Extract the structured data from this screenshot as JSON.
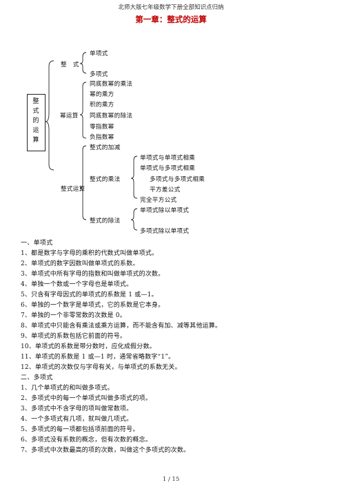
{
  "header": "北师大版七年级数学下册全部知识点归纳",
  "chapter_title": "第一章：整式的运算",
  "outline": {
    "root": "整式的运算",
    "zhengshi": {
      "label": "整　式",
      "items": [
        "单项式",
        "多项式"
      ]
    },
    "mi": {
      "label": "幂运算",
      "items": [
        "同底数幂的乘法",
        "幂的乘方",
        "积的乘方",
        "同底数幂的除法",
        "零指数幂",
        "负指数幂"
      ]
    },
    "yunsuan": {
      "label": "整式运算",
      "add": "整式的加减",
      "mult": {
        "label": "整式的乘法",
        "items": [
          "单项式与单项式相乘",
          "单项式与多项式相乘",
          "多项式与多项式相乘",
          "平方差公式",
          "完全平方公式"
        ]
      },
      "div": {
        "label": "整式的除法",
        "items": [
          "单项式除以单项式",
          "多项式除以单项式"
        ]
      }
    }
  },
  "sections": [
    {
      "heading": "一、单项式",
      "lines": [
        "1、都是数字与字母的乘积的代数式叫做单项式。",
        "2、单项式的数字因数叫做单项式的系数。",
        "3、单项式中所有字母的指数和叫做单项式的次数。",
        "4、单独一个数或一个字母也是单项式。",
        "5、只含有字母因式的单项式的系数是 1 或—1。",
        "6、单独的一个数字是单项式，它的系数是它本身。",
        "7、单独的一个非零常数的次数是 0。",
        "8、单项式中只能含有乘法或乘方运算，而不能含有加、减等其他运算。",
        "9、单项式的系数包括它前面的符号。",
        "10、单项式的系数是带分数时，应化成假分数。",
        "11、单项式的系数是 1 或—1 时，通常省略数字“1”。",
        "12、单项式的次数仅与字母有关，与单项式的系数无关。"
      ]
    },
    {
      "heading": "二、多项式",
      "lines": [
        "1、几个单项式的和叫做多项式。",
        "2、多项式中的每一个单项式叫做多项式的项。",
        "3、多项式中不含字母的项叫做常数项。",
        "4、一个多项式有几项，就叫做几项式。",
        "5、多项式的每一项都包括项前面的符号。",
        "6、多项式没有系数的概念，但有次数的概念。",
        "7、多项式中次数最高的项的次数，叫做这个多项式的次数。"
      ]
    }
  ],
  "footer": "1 / 15"
}
